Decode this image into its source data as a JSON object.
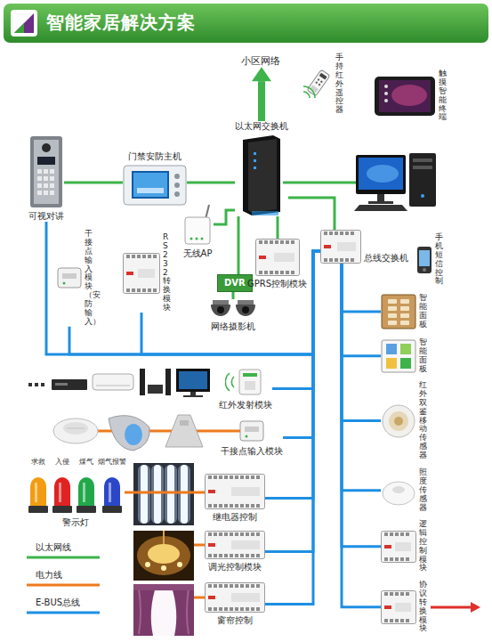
{
  "diagram": {
    "title": "智能家居解决方案",
    "nodes": [
      {
        "text": [
          "小区网络"
        ]
      },
      {
        "text": [
          "手持红外遥控器"
        ]
      },
      {
        "text": [
          "触摸智能终端"
        ]
      },
      {
        "text": [
          "以太网交换机"
        ]
      },
      {
        "text": [
          "门禁安防主机"
        ]
      },
      {
        "text": [
          "可视对讲"
        ]
      },
      {
        "text": [
          "RS232转换模块"
        ]
      },
      {
        "text": [
          "干接点输入模块（安防输入）"
        ]
      },
      {
        "text": [
          "无线AP"
        ]
      },
      {
        "text": [
          "DVR"
        ]
      },
      {
        "text": [
          "GPRS控制模块"
        ]
      },
      {
        "text": [
          "网络摄影机"
        ]
      },
      {
        "text": [
          "总线交换机"
        ]
      },
      {
        "text": [
          "手机短信控制"
        ]
      },
      {
        "text": [
          "智能面板"
        ]
      },
      {
        "text": [
          "智能面板"
        ]
      },
      {
        "text": [
          "红外发射模块"
        ]
      },
      {
        "text": [
          "红外双鉴移动传感器"
        ]
      },
      {
        "text": [
          "干接点输入模块"
        ]
      },
      {
        "text": [
          "照度传感器"
        ]
      },
      {
        "text": [
          "逻辑控制模块"
        ]
      },
      {
        "text": [
          "协议转换模块"
        ]
      },
      {
        "text": [
          "警示灯"
        ]
      },
      {
        "text": [
          "继电器控制"
        ]
      },
      {
        "text": [
          "调光控制模块"
        ]
      },
      {
        "text": [
          "窗帘控制"
        ]
      }
    ],
    "edges": [
      {
        "from": 3,
        "to": 0,
        "arrow": "to"
      },
      {
        "from": 5,
        "to": 4,
        "arrow": "none"
      },
      {
        "from": 4,
        "to": 3,
        "arrow": "none"
      },
      {
        "from": 3,
        "to": 8,
        "arrow": "none"
      },
      {
        "from": 3,
        "to": 9,
        "arrow": "none"
      },
      {
        "from": 9,
        "to": 11,
        "arrow": "none"
      },
      {
        "from": 3,
        "to": 10,
        "arrow": "none"
      },
      {
        "from": 3,
        "to": 12,
        "arrow": "none"
      },
      {
        "from": 12,
        "to": 14,
        "arrow": "none"
      },
      {
        "from": 12,
        "to": 15,
        "arrow": "none"
      },
      {
        "from": 12,
        "to": 17,
        "arrow": "none"
      },
      {
        "from": 12,
        "to": 19,
        "arrow": "none"
      },
      {
        "from": 12,
        "to": 20,
        "arrow": "none"
      },
      {
        "from": 12,
        "to": 21,
        "arrow": "none"
      },
      {
        "from": 12,
        "to": 16,
        "arrow": "none"
      },
      {
        "from": 12,
        "to": 18,
        "arrow": "none"
      },
      {
        "from": 12,
        "to": 23,
        "arrow": "none"
      },
      {
        "from": 12,
        "to": 24,
        "arrow": "none"
      },
      {
        "from": 12,
        "to": 25,
        "arrow": "none"
      },
      {
        "from": 12,
        "to": 6,
        "arrow": "none"
      },
      {
        "from": 12,
        "to": 7,
        "arrow": "none"
      },
      {
        "from": 12,
        "to": 5,
        "arrow": "none"
      },
      {
        "from": 22,
        "to": 23,
        "arrow": "none"
      }
    ],
    "labels": [
      "求救",
      "入侵",
      "煤气",
      "烟气报警"
    ],
    "legend": [
      {
        "text": "以太网线"
      },
      {
        "text": "电力线"
      },
      {
        "text": "E-BUS总线"
      }
    ]
  }
}
